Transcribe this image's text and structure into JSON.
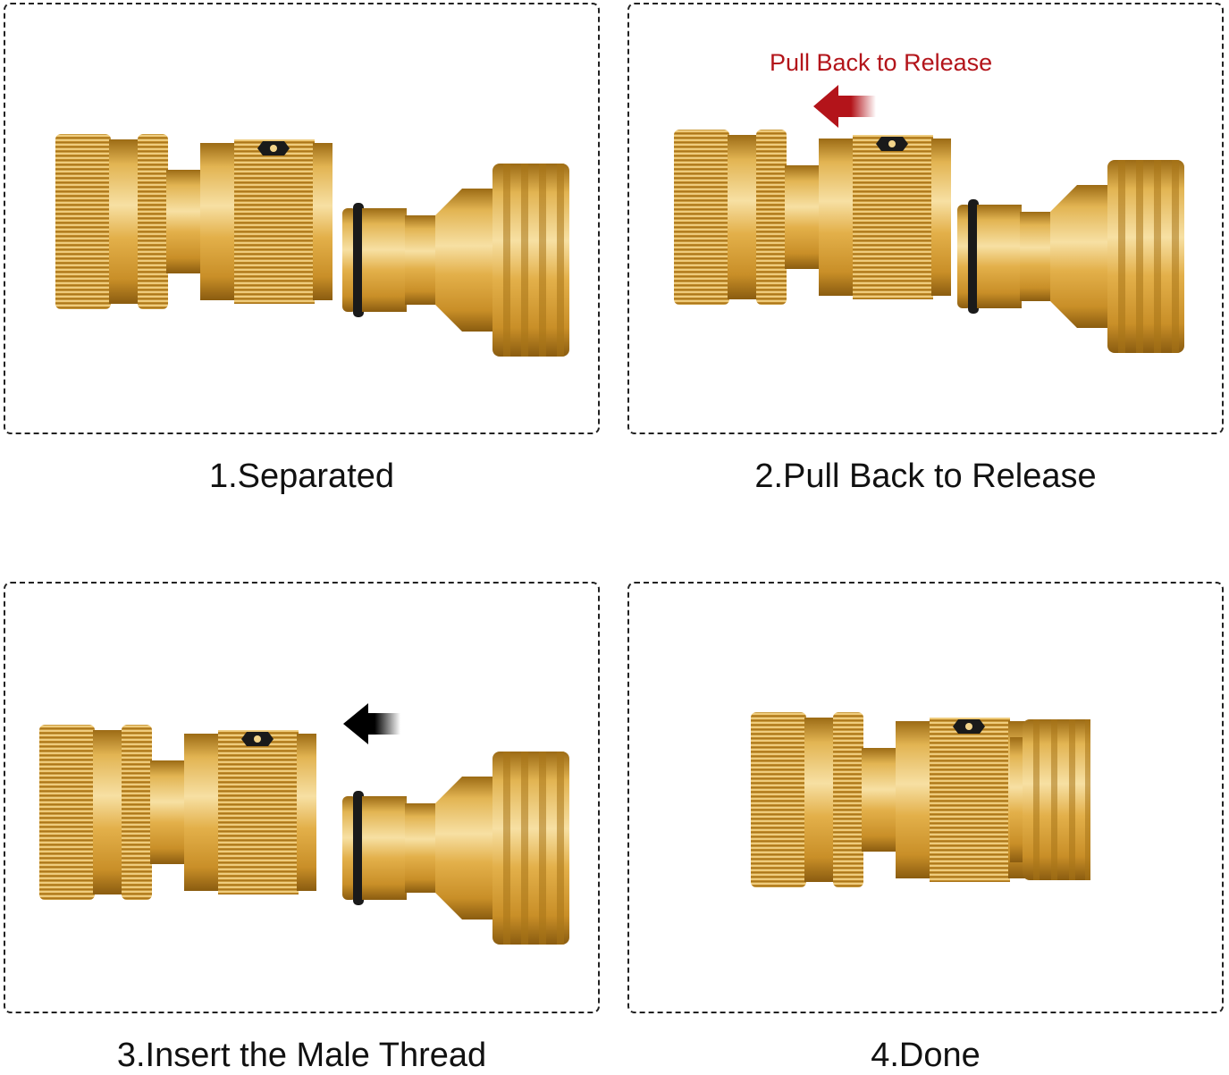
{
  "steps": [
    {
      "number": 1,
      "label": "1.Separated",
      "state": "separated"
    },
    {
      "number": 2,
      "label": "2.Pull Back to Release",
      "state": "pull-back",
      "hint": "Pull Back to Release",
      "arrow_color": "#b3141a"
    },
    {
      "number": 3,
      "label": "3.Insert the Male Thread",
      "state": "insert",
      "arrow_color": "#000000"
    },
    {
      "number": 4,
      "label": "4.Done",
      "state": "connected"
    }
  ],
  "colors": {
    "brass_light": "#f3d48a",
    "brass_mid": "#d9a53b",
    "brass_dark": "#9c6b15",
    "oring": "#1a1a1a",
    "panel_border": "#222222",
    "hint_text": "#b3141a"
  }
}
